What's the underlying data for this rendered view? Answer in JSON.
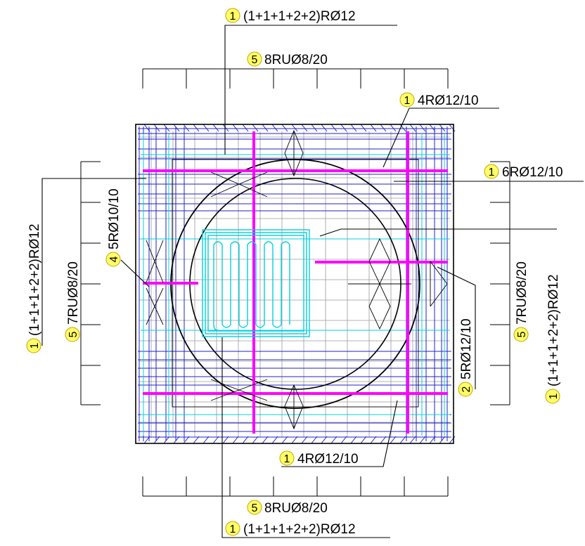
{
  "colors": {
    "background": "#ffffff",
    "linework": "#000000",
    "rebar_blue": "#2020d0",
    "rebar_cyan": "#00d0e0",
    "rebar_magenta": "#ff00ff",
    "mark_bubble": "#ffff66"
  },
  "labels": {
    "top_main": {
      "mark": "1",
      "text": "(1+1+1+2+2)RØ12"
    },
    "top_dist": {
      "mark": "5",
      "text": "8RUØ8/20"
    },
    "top_right": {
      "mark": "1",
      "text": "4RØ12/10"
    },
    "right_top": {
      "mark": "1",
      "text": "6RØ12/10"
    },
    "left_main": {
      "mark": "1",
      "text": "(1+1+1+2+2)RØ12"
    },
    "left_dist": {
      "mark": "5",
      "text": "7RUØ8/20"
    },
    "left_bars": {
      "mark": "4",
      "text": "5RØ10/10"
    },
    "right_dist": {
      "mark": "5",
      "text": "7RUØ8/20"
    },
    "right_main": {
      "mark": "1",
      "text": "(1+1+1+2+2)RØ12"
    },
    "right_bars": {
      "mark": "2",
      "text": "5RØ12/10"
    },
    "bottom_bars": {
      "mark": "1",
      "text": "4RØ12/10"
    },
    "bottom_dist": {
      "mark": "5",
      "text": "8RUØ8/20"
    },
    "bottom_main": {
      "mark": "1",
      "text": "(1+1+1+2+2)RØ12"
    }
  }
}
